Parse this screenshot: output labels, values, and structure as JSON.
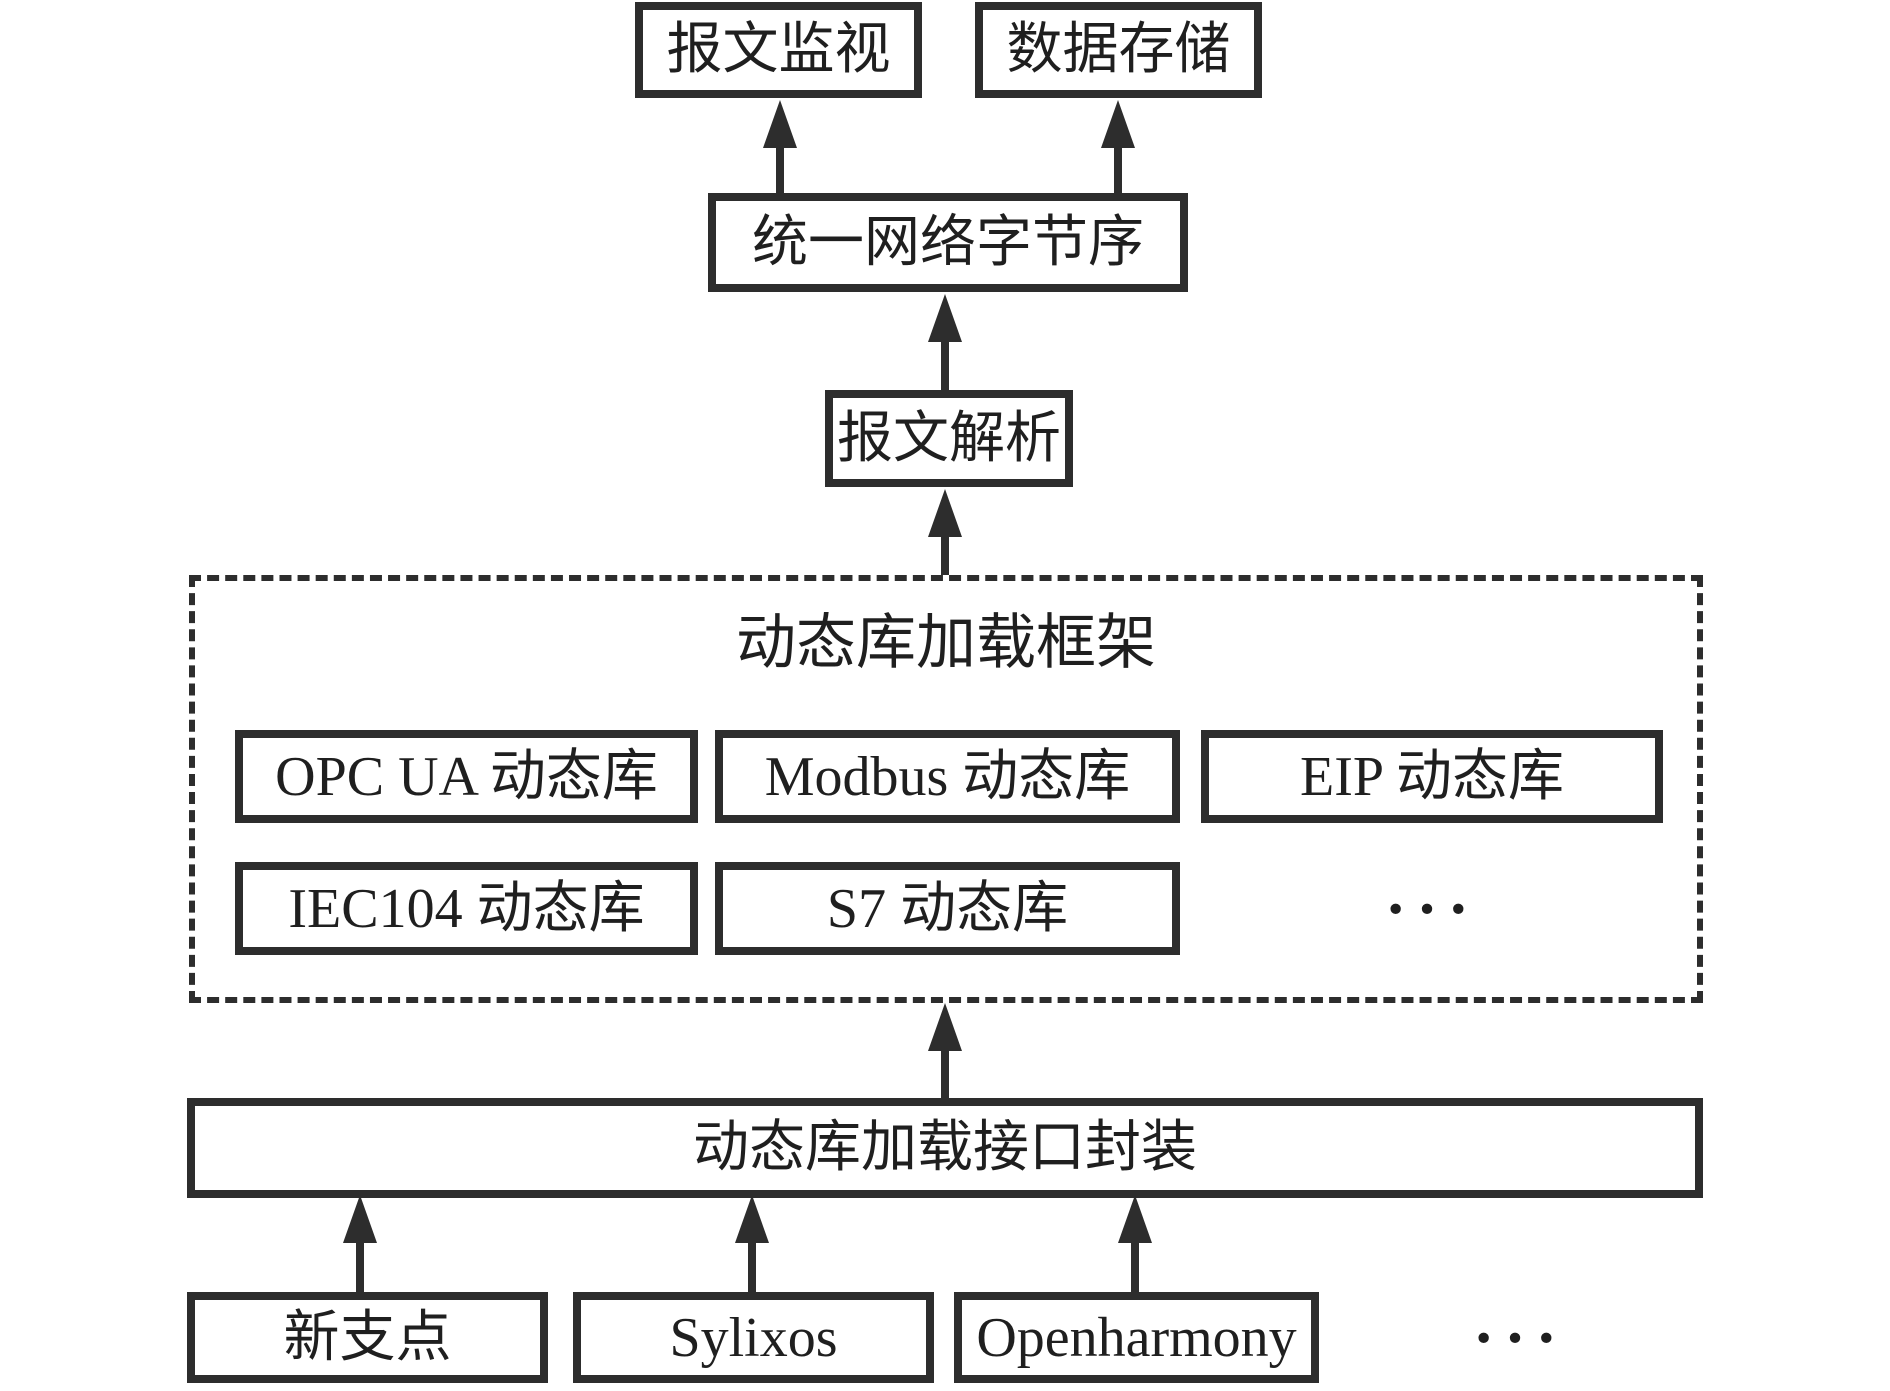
{
  "colors": {
    "stroke": "#2d2d2d",
    "background": "#ffffff",
    "text": "#1f1f1f"
  },
  "flow": {
    "monitor_label": "报文监视",
    "storage_label": "数据存储",
    "byte_order_label": "统一网络字节序",
    "parse_label": "报文解析"
  },
  "framework": {
    "title": "动态库加载框架",
    "row1": [
      "OPC UA 动态库",
      "Modbus 动态库",
      "EIP 动态库"
    ],
    "row2": [
      "IEC104 动态库",
      "S7 动态库"
    ],
    "row2_ellipsis": "···"
  },
  "interface_bar_label": "动态库加载接口封装",
  "os_layer": {
    "items": [
      "新支点",
      "Sylixos",
      "Openharmony"
    ],
    "ellipsis": "···"
  }
}
